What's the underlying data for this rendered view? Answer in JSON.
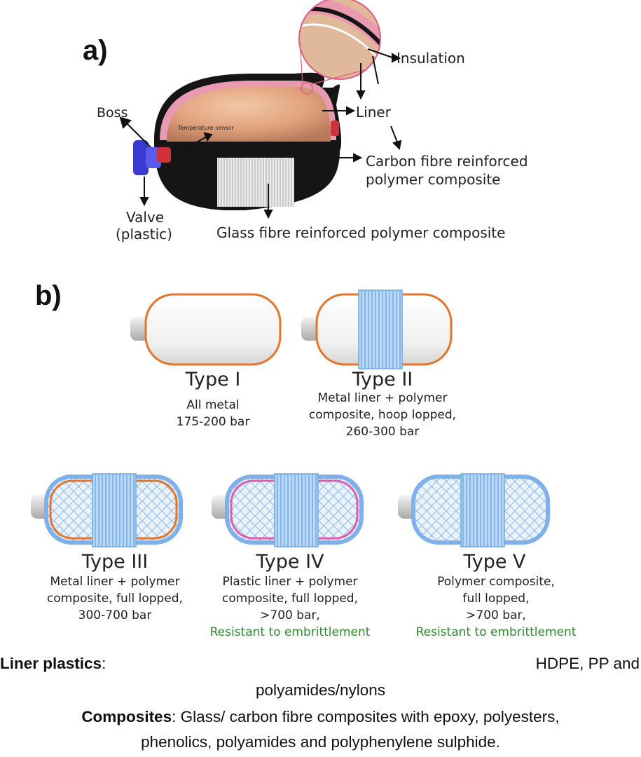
{
  "panel_a": {
    "label": "a)",
    "callouts": {
      "insulation": "Insulation",
      "liner": "Liner",
      "boss": "Boss",
      "temperature_sensor": "Temperature sensor",
      "carbon_line1": "Carbon fibre reinforced",
      "carbon_line2": "polymer composite",
      "valve_line1": "Valve",
      "valve_line2": "(plastic)",
      "glass": "Glass fibre reinforced polymer composite"
    }
  },
  "panel_b": {
    "label": "b)",
    "types": [
      {
        "title": "Type I",
        "lines": [
          "All metal",
          "175-200 bar"
        ],
        "note": ""
      },
      {
        "title": "Type II",
        "lines": [
          "Metal liner + polymer",
          "composite, hoop lopped,",
          "260-300 bar"
        ],
        "note": ""
      },
      {
        "title": "Type III",
        "lines": [
          "Metal liner + polymer",
          "composite, full lopped,",
          "300-700 bar"
        ],
        "note": ""
      },
      {
        "title": "Type IV",
        "lines": [
          "Plastic liner + polymer",
          "composite, full lopped,",
          ">700 bar,"
        ],
        "note": "Resistant to embrittlement"
      },
      {
        "title": "Type V",
        "lines": [
          "Polymer composite,",
          "full lopped,",
          ">700 bar,"
        ],
        "note": "Resistant to embrittlement"
      }
    ]
  },
  "footer": {
    "liner_label": "Liner plastics",
    "liner_colon": ":",
    "liner_value_1": "HDPE, PP and",
    "liner_value_2": "polyamides/nylons",
    "composites_label": "Composites",
    "composites_text_1": ": Glass/ carbon fibre composites with epoxy, polyesters,",
    "composites_text_2": "phenolics, polyamides and polyphenylene sulphide."
  },
  "colors": {
    "metal_liner": "#e8742a",
    "plastic_liner": "#e05cb0",
    "composite": "#6aa8e8",
    "green_note": "#2e8b2e",
    "valve": "#3a3ad0",
    "boss": "#d0303a"
  }
}
